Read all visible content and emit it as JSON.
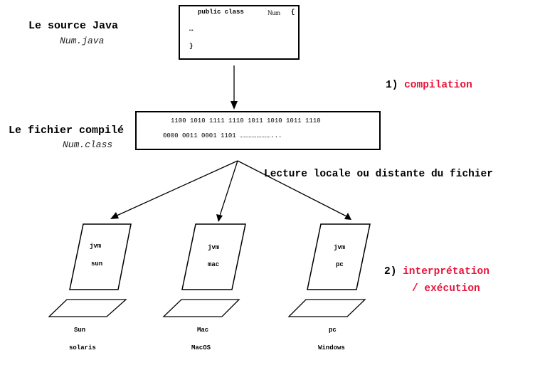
{
  "source": {
    "title": "Le source Java",
    "filename": "Num.java",
    "code_line1_keyword": "public class",
    "code_line1_name": "Num",
    "code_line1_brace": "{",
    "code_line2": "…",
    "code_line3": "}"
  },
  "compiled": {
    "title": "Le fichier compilé",
    "filename": "Num.class",
    "bytes_line1": "1100 1010 1111 1110 1011 1010 1011 1110",
    "bytes_line2": "0000 0011 0001 1101 ……………………..."
  },
  "steps": {
    "compile_number": "1)",
    "compile_label": "compilation",
    "read_label": "Lecture locale ou distante du fichier",
    "interpret_number": "2)",
    "interpret_label_1": "interprétation",
    "interpret_label_2": "/ exécution"
  },
  "jvms": [
    {
      "title": "jvm",
      "name": "sun",
      "platform": "Sun",
      "os": "solaris"
    },
    {
      "title": "jvm",
      "name": "mac",
      "platform": "Mac",
      "os": "MacOS"
    },
    {
      "title": "jvm",
      "name": "pc",
      "platform": "pc",
      "os": "Windows"
    }
  ],
  "colors": {
    "accent": "#e8133a",
    "stroke": "#000000"
  }
}
